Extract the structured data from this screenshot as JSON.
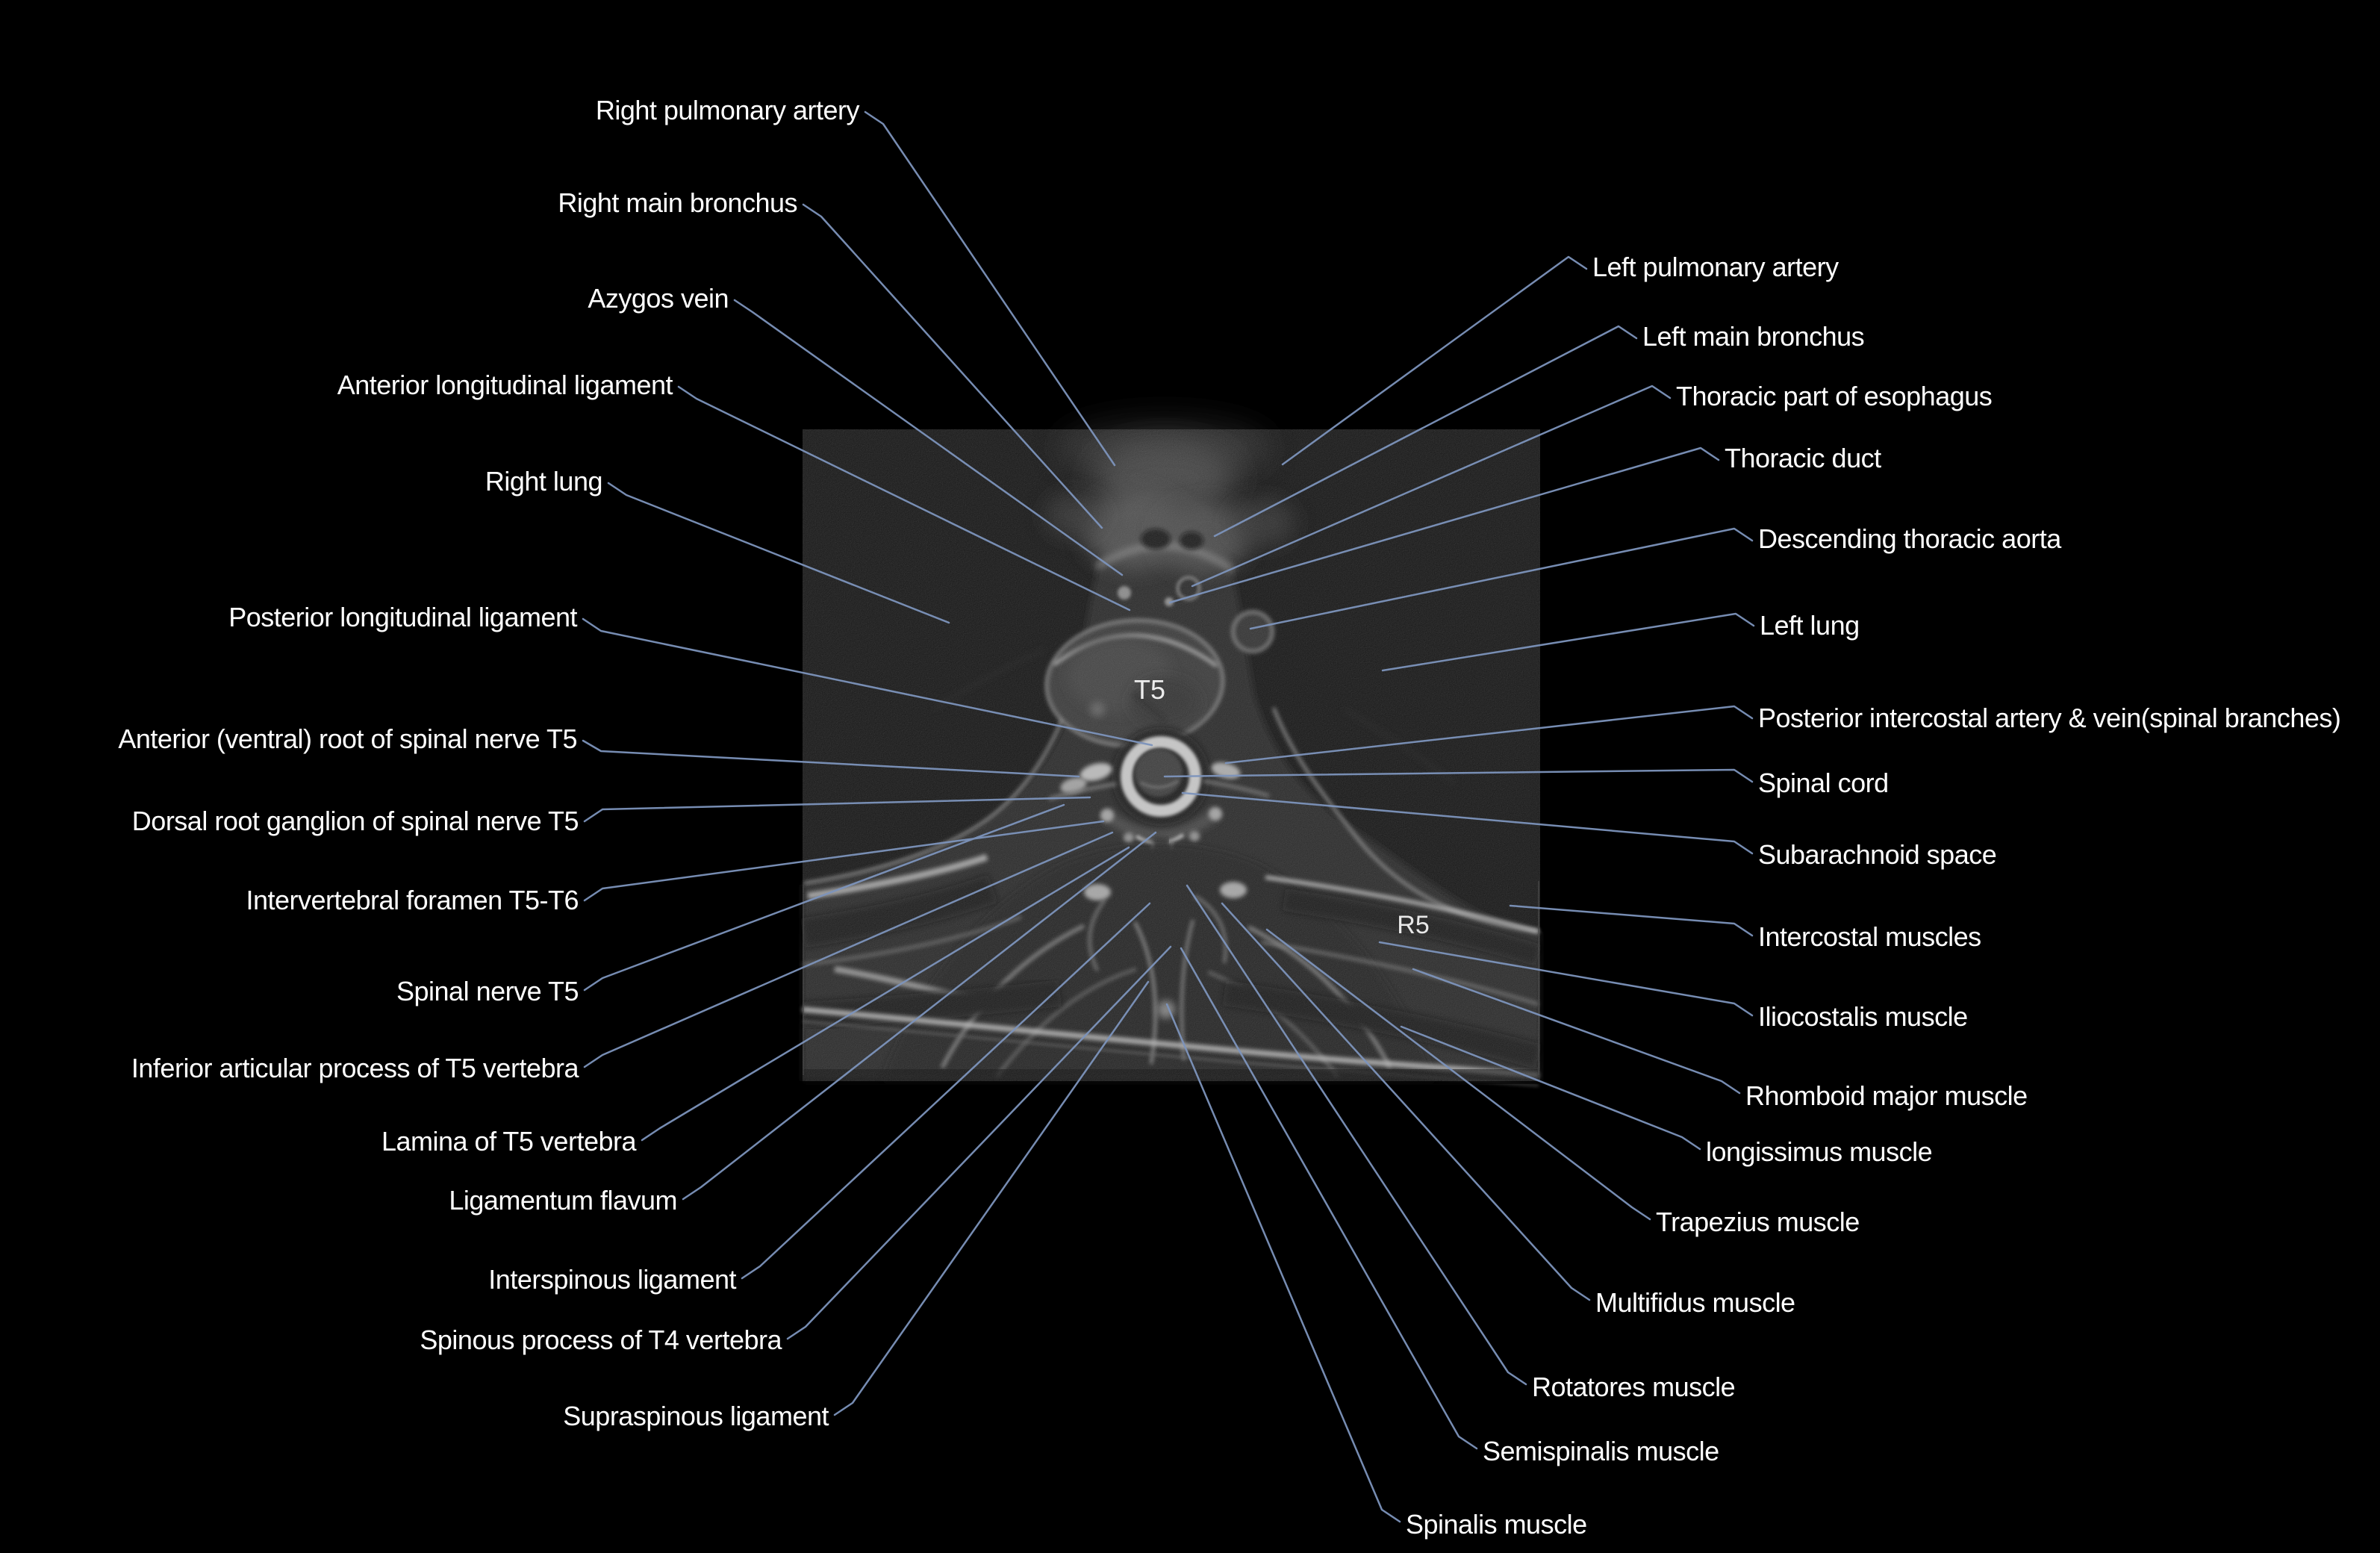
{
  "scene": {
    "background_color": "#000000",
    "label_text_color": "#ffffff",
    "leader_line_color": "#7d94bc",
    "description_of_image": "Axial T2 MRI slice of the thorax at vertebral level T5 with annotated anatomy"
  },
  "mri": {
    "vertebra_tag": "T5",
    "rib_tag": "R5"
  },
  "labels_left": [
    "Right pulmonary artery",
    "Right main bronchus",
    "Azygos vein",
    "Anterior longitudinal ligament",
    "Right lung",
    "Posterior longitudinal ligament",
    "Anterior (ventral) root of spinal nerve T5",
    "Dorsal root ganglion of spinal nerve T5",
    "Intervertebral foramen T5-T6",
    "Spinal nerve T5",
    "Inferior articular process of T5 vertebra",
    "Lamina of T5 vertebra",
    "Ligamentum flavum",
    "Interspinous ligament",
    "Spinous process of T4 vertebra",
    "Supraspinous ligament"
  ],
  "labels_right": [
    "Left pulmonary artery",
    "Left main bronchus",
    "Thoracic part of esophagus",
    "Thoracic duct",
    "Descending thoracic aorta",
    "Left lung",
    "Posterior intercostal artery & vein(spinal branches)",
    "Spinal cord",
    "Subarachnoid space",
    "Intercostal muscles",
    "Iliocostalis muscle",
    "Rhomboid major muscle",
    "longissimus muscle",
    "Trapezius muscle",
    "Multifidus muscle",
    "Rotatores muscle",
    "Semispinalis muscle",
    "Spinalis muscle"
  ]
}
